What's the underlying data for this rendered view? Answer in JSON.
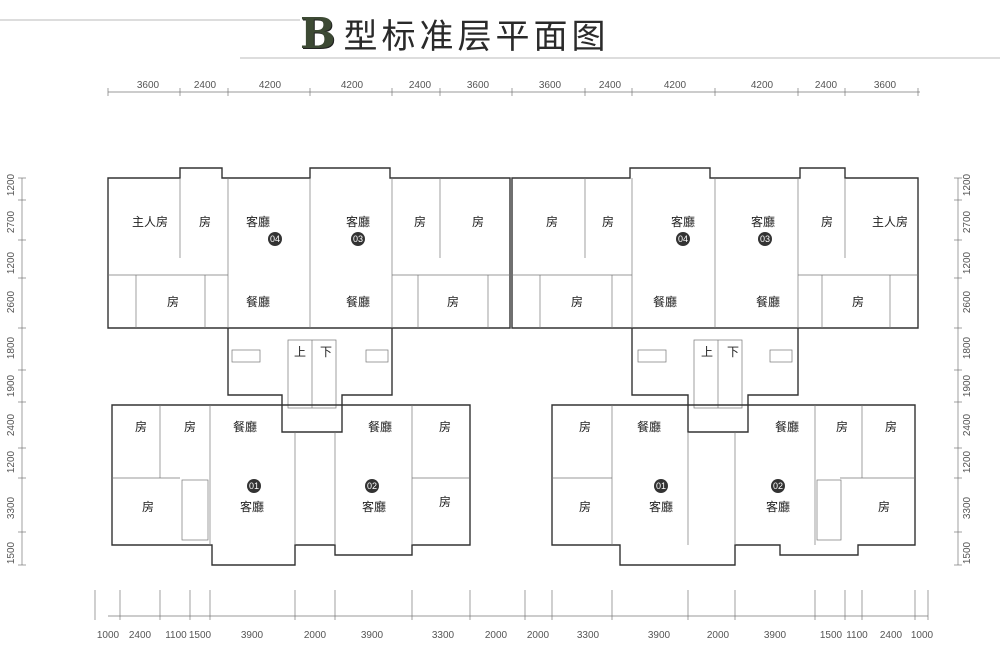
{
  "title": {
    "letter": "B",
    "text": "型标准层平面图"
  },
  "dims": {
    "top": [
      "3600",
      "2400",
      "4200",
      "4200",
      "2400",
      "3600",
      "3600",
      "2400",
      "4200",
      "4200",
      "2400",
      "3600"
    ],
    "bottom": [
      "1000",
      "2400",
      "1100",
      "1500",
      "3900",
      "2000",
      "3900",
      "3300",
      "2000",
      "2000",
      "3300",
      "3900",
      "2000",
      "3900",
      "1500",
      "1100",
      "2400",
      "1000"
    ],
    "left": [
      "1200",
      "2700",
      "1200",
      "2600",
      "1800",
      "1900",
      "2400",
      "1200",
      "3300",
      "1500"
    ],
    "right": [
      "1200",
      "2700",
      "1200",
      "2600",
      "1800",
      "1900",
      "2400",
      "1200",
      "3300",
      "1500"
    ]
  },
  "rooms": {
    "master": "主人房",
    "bedroom": "房",
    "living": "客廳",
    "dining": "餐廳",
    "up": "上",
    "down": "下"
  },
  "units": {
    "u01": "01",
    "u02": "02",
    "u03": "03",
    "u04": "04"
  },
  "colors": {
    "wall": "#333333",
    "badge": "#333333",
    "title_accent": "#3d4a34"
  }
}
